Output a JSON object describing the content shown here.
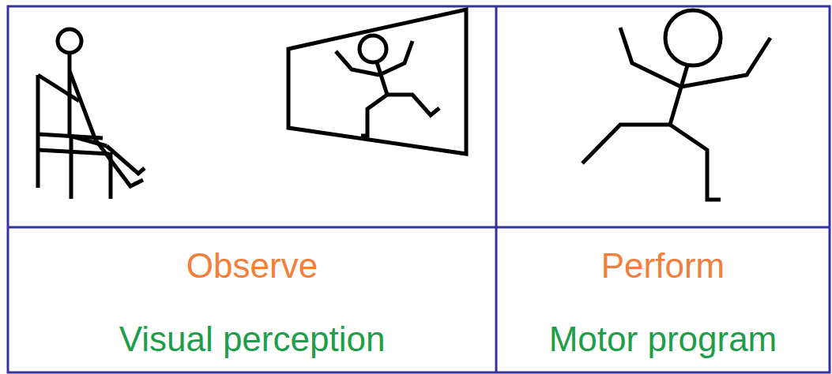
{
  "diagram": {
    "labels": [
      "Observe",
      "Visual perception",
      "Perform",
      "Motor program"
    ]
  }
}
